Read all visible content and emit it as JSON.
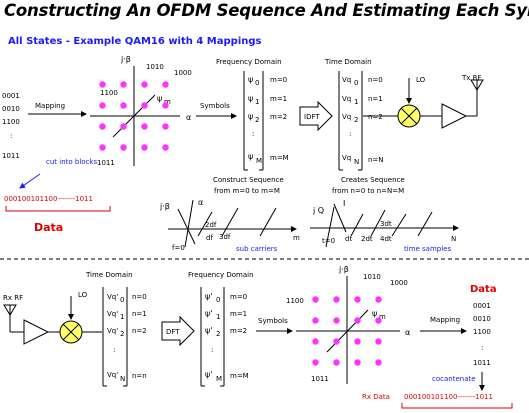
{
  "title": "Constructing An OFDM Sequence And Estimating Each Symbol",
  "subtitle": "All States - Example QAM16 with 4 Mappings",
  "top": {
    "bits": [
      "0001",
      "0010",
      "1100",
      "1011"
    ],
    "bit_ellipsis": ":",
    "mapping_label": "Mapping",
    "cut_label": "cut into blocks",
    "bitstream": "000100101100-------1011",
    "data_label": "Data",
    "constellation": {
      "axis_im": "j·β",
      "axis_re": "α",
      "psi": "ψ",
      "psi_sub": "m",
      "labels": [
        "1010",
        "1000",
        "1100",
        "1011"
      ]
    },
    "symbols_label": "Symbols",
    "freq_title": "Frequency Domain",
    "freq_entries": [
      "ψ",
      "ψ",
      "ψ",
      "ψ"
    ],
    "freq_subs": [
      "0",
      "1",
      "2",
      "M"
    ],
    "freq_dots": ":",
    "freq_idx": [
      "m=0",
      "m=1",
      "m=2",
      "m=M"
    ],
    "idft_label": "IDFT",
    "time_title": "Time Domain",
    "time_entries": [
      "Vq",
      "Vq",
      "Vq",
      "Vq"
    ],
    "time_subs": [
      "0",
      "1",
      "2",
      "N"
    ],
    "time_dots": ":",
    "time_idx": [
      "n=0",
      "n=1",
      "n=2",
      "n=N"
    ],
    "lo_label": "LO",
    "tx_label": "Tx RF",
    "construct_caption_1": "Construct Sequence",
    "construct_caption_2": "from m=0 to m=M",
    "create_caption_1": "Creates Sequence",
    "create_caption_2": "from n=0 to n=N=M",
    "freq_axis": {
      "axis_im": "j·β",
      "axis_re": "α",
      "ticks": [
        "f=0",
        "df",
        "2df",
        "3df",
        "m"
      ],
      "caption": "sub carriers"
    },
    "time_axis": {
      "axis_q": "j Q",
      "axis_i": "I",
      "ticks": [
        "t=0",
        "dt",
        "2dt",
        "3dt",
        "4dt",
        "N"
      ],
      "caption": "time samples"
    }
  },
  "bottom": {
    "rx_label": "Rx RF",
    "lo_label": "LO",
    "time_title": "Time Domain",
    "time_entries": [
      "Vq'",
      "Vq'",
      "Vq'",
      "Vq'"
    ],
    "time_subs": [
      "0",
      "1",
      "2",
      "N"
    ],
    "time_dots": ":",
    "time_idx": [
      "n=0",
      "n=1",
      "n=2",
      "n=n"
    ],
    "dft_label": "DFT",
    "freq_title": "Frequency Domain",
    "freq_entries": [
      "ψ'",
      "ψ'",
      "ψ'",
      "ψ'"
    ],
    "freq_subs": [
      "0",
      "1",
      "2",
      "M"
    ],
    "freq_dots": ":",
    "freq_idx": [
      "m=0",
      "m=1",
      "m=2",
      "m=M"
    ],
    "symbols_label": "Symbols",
    "constellation": {
      "axis_im": "j·β",
      "axis_re": "α",
      "psi": "ψ",
      "psi_sub": "m",
      "labels": [
        "1010",
        "1000",
        "1100",
        "1011"
      ]
    },
    "mapping_label": "Mapping",
    "data_label": "Data",
    "bits": [
      "0001",
      "0010",
      "1100",
      "1011"
    ],
    "bit_ellipsis": ":",
    "concat_label": "cocantenate",
    "rx_data_label": "Rx Data",
    "bitstream": "000100101100-------1011"
  },
  "colors": {
    "dot": "#ff33ff",
    "mixer": "#ffff66",
    "blue_text": "#1a1aff",
    "red_text": "#e00000"
  }
}
